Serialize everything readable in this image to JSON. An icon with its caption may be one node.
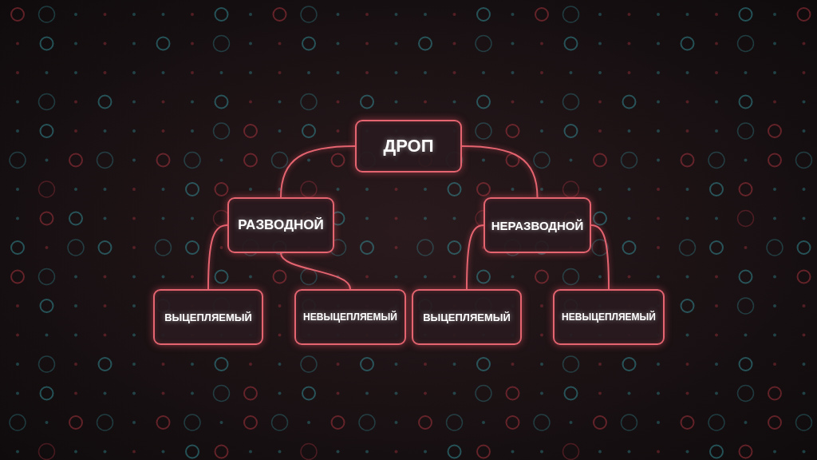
{
  "diagram": {
    "nodes": [
      {
        "text": [
          "ДРОП"
        ]
      },
      {
        "text": [
          "РАЗВОДНОЙ"
        ]
      },
      {
        "text": [
          "НЕРАЗВОДНОЙ"
        ]
      },
      {
        "text": [
          "ВЫЦЕПЛЯЕМЫЙ"
        ]
      },
      {
        "text": [
          "НЕВЫЦЕПЛЯЕМЫЙ"
        ]
      },
      {
        "text": [
          "ВЫЦЕПЛЯЕМЫЙ"
        ]
      },
      {
        "text": [
          "НЕВЫЦЕПЛЯЕМЫЙ"
        ]
      }
    ],
    "edges": [
      {
        "from": 0,
        "to": 1,
        "arrow": "none"
      },
      {
        "from": 0,
        "to": 2,
        "arrow": "none"
      },
      {
        "from": 1,
        "to": 3,
        "arrow": "none"
      },
      {
        "from": 1,
        "to": 4,
        "arrow": "none"
      },
      {
        "from": 2,
        "to": 5,
        "arrow": "none"
      },
      {
        "from": 2,
        "to": 6,
        "arrow": "none"
      }
    ]
  }
}
